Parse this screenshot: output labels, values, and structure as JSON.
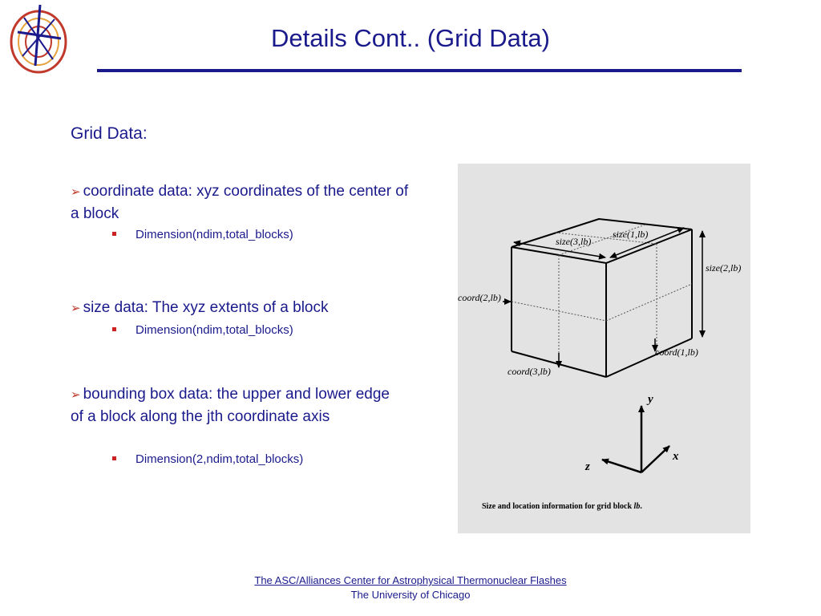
{
  "title": "Details Cont.. (Grid Data)",
  "section_heading": "Grid Data:",
  "bullets": [
    {
      "text": "coordinate data: xyz coordinates of the center of a block",
      "sub": "Dimension(ndim,total_blocks)"
    },
    {
      "text": "size data: The xyz extents of a block",
      "sub": "Dimension(ndim,total_blocks)"
    },
    {
      "text": "bounding box data: the upper and lower edge of a block along the jth coordinate axis",
      "sub": "Dimension(2,ndim,total_blocks)"
    }
  ],
  "figure": {
    "labels": {
      "size1": "size(1,lb)",
      "size2": "size(2,lb)",
      "size3": "size(3,lb)",
      "coord1": "coord(1,lb)",
      "coord2": "coord(2,lb)",
      "coord3": "coord(3,lb)"
    },
    "axes": {
      "y": "y",
      "x": "x",
      "z": "z"
    },
    "caption_prefix": "Size and location information for grid block",
    "caption_var": "lb",
    "caption_suffix": "."
  },
  "footer": {
    "line1": "The ASC/Alliances Center for Astrophysical Thermonuclear Flashes",
    "line2": "The University of Chicago"
  },
  "colors": {
    "title": "#1a1a8c",
    "bullet_arrow": "#c0392b",
    "sub_bullet": "#cc2222",
    "figure_bg": "#e3e3e3"
  }
}
